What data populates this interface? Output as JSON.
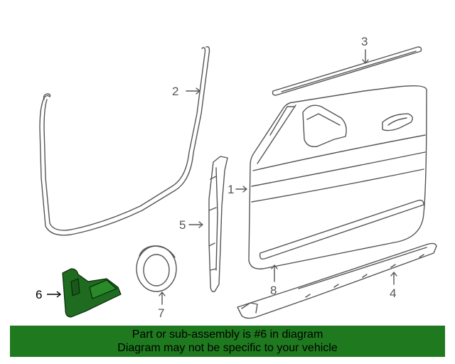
{
  "callouts": {
    "c1": "1",
    "c2": "2",
    "c3": "3",
    "c4": "4",
    "c5": "5",
    "c6": "6",
    "c7": "7",
    "c8": "8"
  },
  "banner": {
    "line1": "Part or sub-assembly is #6 in diagram",
    "line2": "Diagram may not be specific to your vehicle"
  },
  "colors": {
    "line": "#555555",
    "highlight_part": "#1f6b1f",
    "banner_bg": "#1f7a1f"
  }
}
